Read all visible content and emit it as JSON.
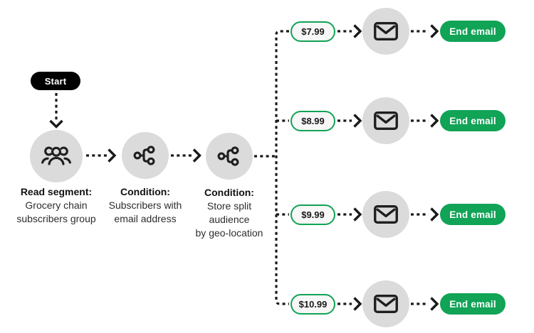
{
  "diagram": {
    "start_label": "Start",
    "nodes": [
      {
        "id": "read-segment",
        "icon": "users-group-icon",
        "title": "Read segment:",
        "lines": [
          "Grocery chain",
          "subscribers group"
        ]
      },
      {
        "id": "condition-email",
        "icon": "branch-icon",
        "title": "Condition:",
        "lines": [
          "Subscribers with",
          "email address"
        ]
      },
      {
        "id": "condition-geo",
        "icon": "branch-icon",
        "title": "Condition:",
        "lines": [
          "Store split",
          "audience",
          "by geo-location"
        ]
      }
    ],
    "branches": [
      {
        "price": "$7.99",
        "icon": "envelope-icon",
        "end_label": "End email"
      },
      {
        "price": "$8.99",
        "icon": "envelope-icon",
        "end_label": "End email"
      },
      {
        "price": "$9.99",
        "icon": "envelope-icon",
        "end_label": "End email"
      },
      {
        "price": "$10.99",
        "icon": "envelope-icon",
        "end_label": "End email"
      }
    ],
    "colors": {
      "accent_green": "#11a356",
      "node_gray": "#dbdbdb",
      "connector_black": "#1a1a1a",
      "price_pill_bg": "#f7f7f7",
      "start_pill_bg": "#000000"
    }
  }
}
